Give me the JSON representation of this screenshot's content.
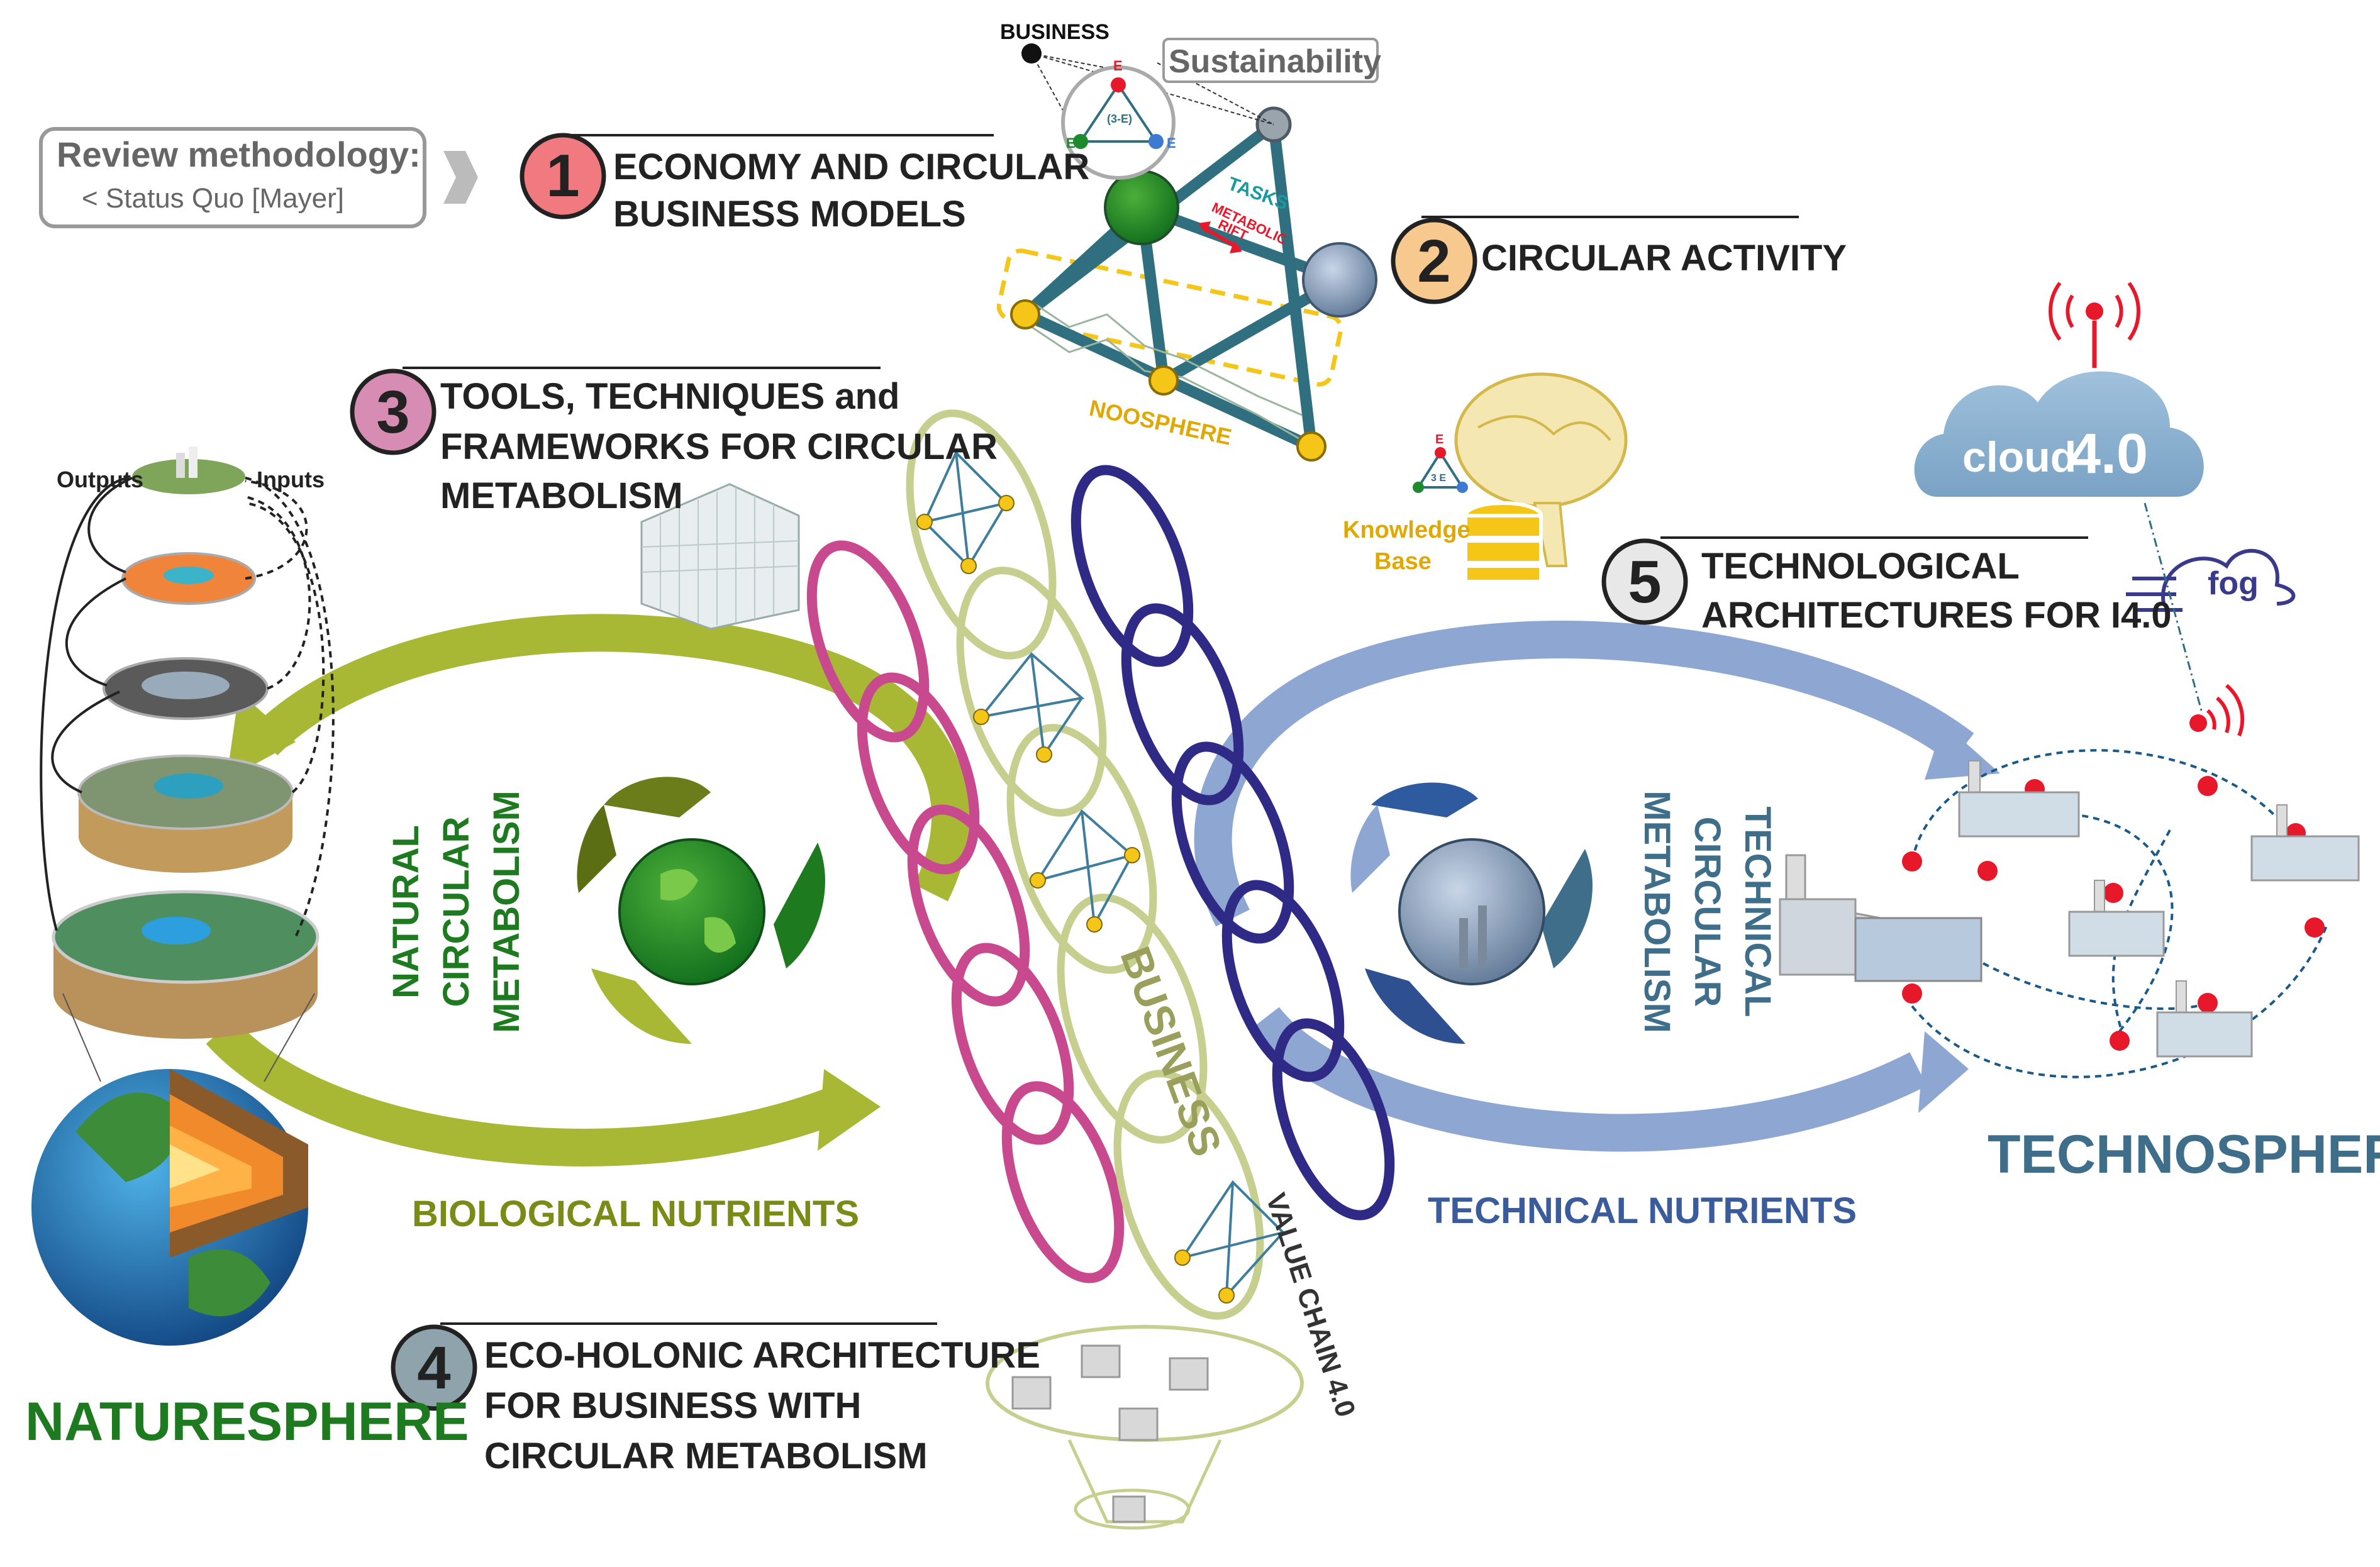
{
  "top": {
    "business_label": "BUSINESS",
    "sustainability_label": "Sustainability",
    "triangle_center": "(3-E)",
    "triangle_vertex": "E",
    "tasks_label": "TASKS",
    "metabolic_rift_line1": "METABOLIC",
    "metabolic_rift_line2": "RIFT",
    "noosphere_label": "NOOSPHERE"
  },
  "review": {
    "title": "Review methodology:",
    "subtitle": "< Status Quo [Mayer]"
  },
  "sections": [
    {
      "number": "1",
      "line1": "ECONOMY AND CIRCULAR",
      "line2": "BUSINESS MODELS",
      "line3": ""
    },
    {
      "number": "2",
      "line1": "CIRCULAR  ACTIVITY",
      "line2": "",
      "line3": ""
    },
    {
      "number": "3",
      "line1": "TOOLS, TECHNIQUES and",
      "line2": "FRAMEWORKS FOR CIRCULAR",
      "line3": " METABOLISM"
    },
    {
      "number": "4",
      "line1": "ECO-HOLONIC ARCHITECTURE",
      "line2": "FOR BUSINESS WITH",
      "line3": "CIRCULAR METABOLISM"
    },
    {
      "number": "5",
      "line1": "TECHNOLOGICAL",
      "line2": "ARCHITECTURES FOR I4.0",
      "line3": ""
    }
  ],
  "left": {
    "outputs": "Outputs",
    "inputs": "Inputs",
    "natural_line1": "NATURAL",
    "natural_line2": "CIRCULAR",
    "natural_line3": "METABOLISM",
    "biological_nutrients": "BIOLOGICAL NUTRIENTS",
    "naturesphere": "NATURESPHERE"
  },
  "center": {
    "business_vertical": "BUSINESS",
    "value_chain": "VALUE CHAIN 4.0",
    "knowledge_line1": "Knowledge",
    "knowledge_line2": "Base",
    "kb_center": "3 E",
    "kb_vertex": "E"
  },
  "right": {
    "cloud_label": "cloud",
    "cloud_version": "4.0",
    "fog_label": "fog",
    "technical_line1": "TECHNICAL",
    "technical_line2": "CIRCULAR",
    "technical_line3": "METABOLISM",
    "technical_nutrients": "TECHNICAL NUTRIENTS",
    "technosphere": "TECHNOSPHERE"
  },
  "colors": {
    "green_cycle": "#a8b834",
    "blue_cycle": "#8ea6d2",
    "pink_chain": "#c8498e",
    "navy_chain": "#2e2a86",
    "dark_green_text": "#1e7a1e",
    "olive_text": "#7a8b16",
    "steel_blue_text": "#3f6e8a",
    "gold": "#f5c518",
    "red_dot": "#e8182b"
  }
}
